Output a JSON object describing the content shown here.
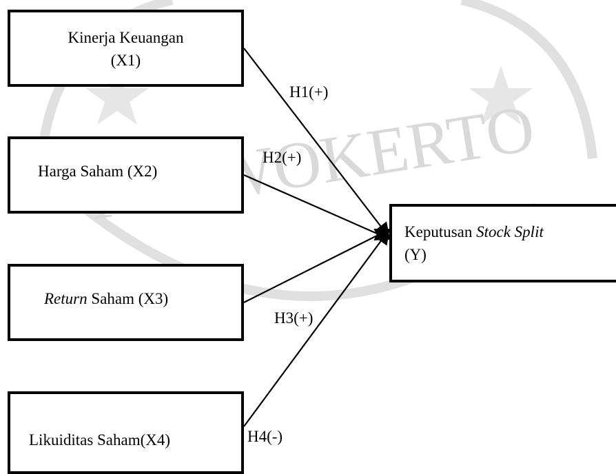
{
  "watermark": {
    "text": "PURWOKERTO",
    "color": "#dcdcdc"
  },
  "nodes": {
    "x1": {
      "line1": "Kinerja Keuangan",
      "line2": "(X1)"
    },
    "x2": {
      "text": "Harga Saham (X2)"
    },
    "x3": {
      "italic": "Return",
      "text": " Saham (X3)"
    },
    "x4": {
      "text": "Likuiditas Saham(X4)"
    },
    "y": {
      "prefix": "Keputusan ",
      "italic": "Stock Split",
      "line2": "(Y)"
    }
  },
  "edges": {
    "h1": "H1(+)",
    "h2": "H2(+)",
    "h3": "H3(+)",
    "h4": "H4(-)"
  }
}
